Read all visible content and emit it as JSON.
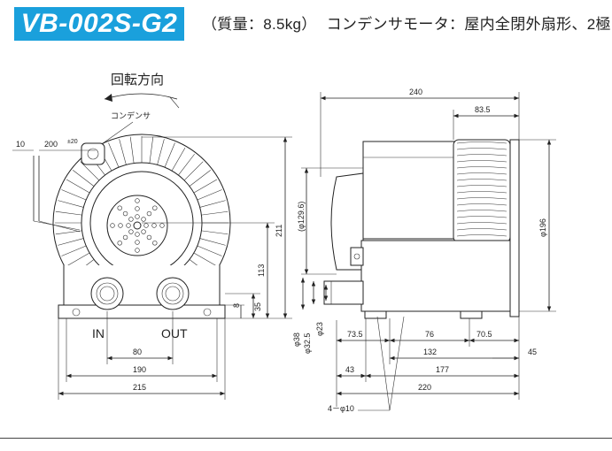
{
  "header": {
    "model": "VB-002S-G2",
    "mass": "（質量：8.5kg）",
    "motor": "コンデンサモータ：屋内全閉外扇形、2極"
  },
  "front_view": {
    "rotation_label": "回転方向",
    "capacitor_label": "コンデンサ",
    "in_label": "IN",
    "out_label": "OUT",
    "dims": {
      "d10": "10",
      "d200": "200",
      "tol": "±20",
      "d211": "211",
      "d113": "113",
      "d8": "8",
      "d35": "35",
      "d80": "80",
      "d190": "190",
      "d215": "215"
    }
  },
  "side_view": {
    "dims": {
      "d240": "240",
      "d83_5": "83.5",
      "d129_6": "(φ129.6)",
      "d196": "φ196",
      "d38": "φ38",
      "d32_5": "φ32.5",
      "d23": "φ23",
      "d73_5": "73.5",
      "d76": "76",
      "d70_5": "70.5",
      "d132": "132",
      "d45": "45",
      "d43": "43",
      "d177": "177",
      "d220": "220",
      "holes": "4－φ10"
    }
  }
}
